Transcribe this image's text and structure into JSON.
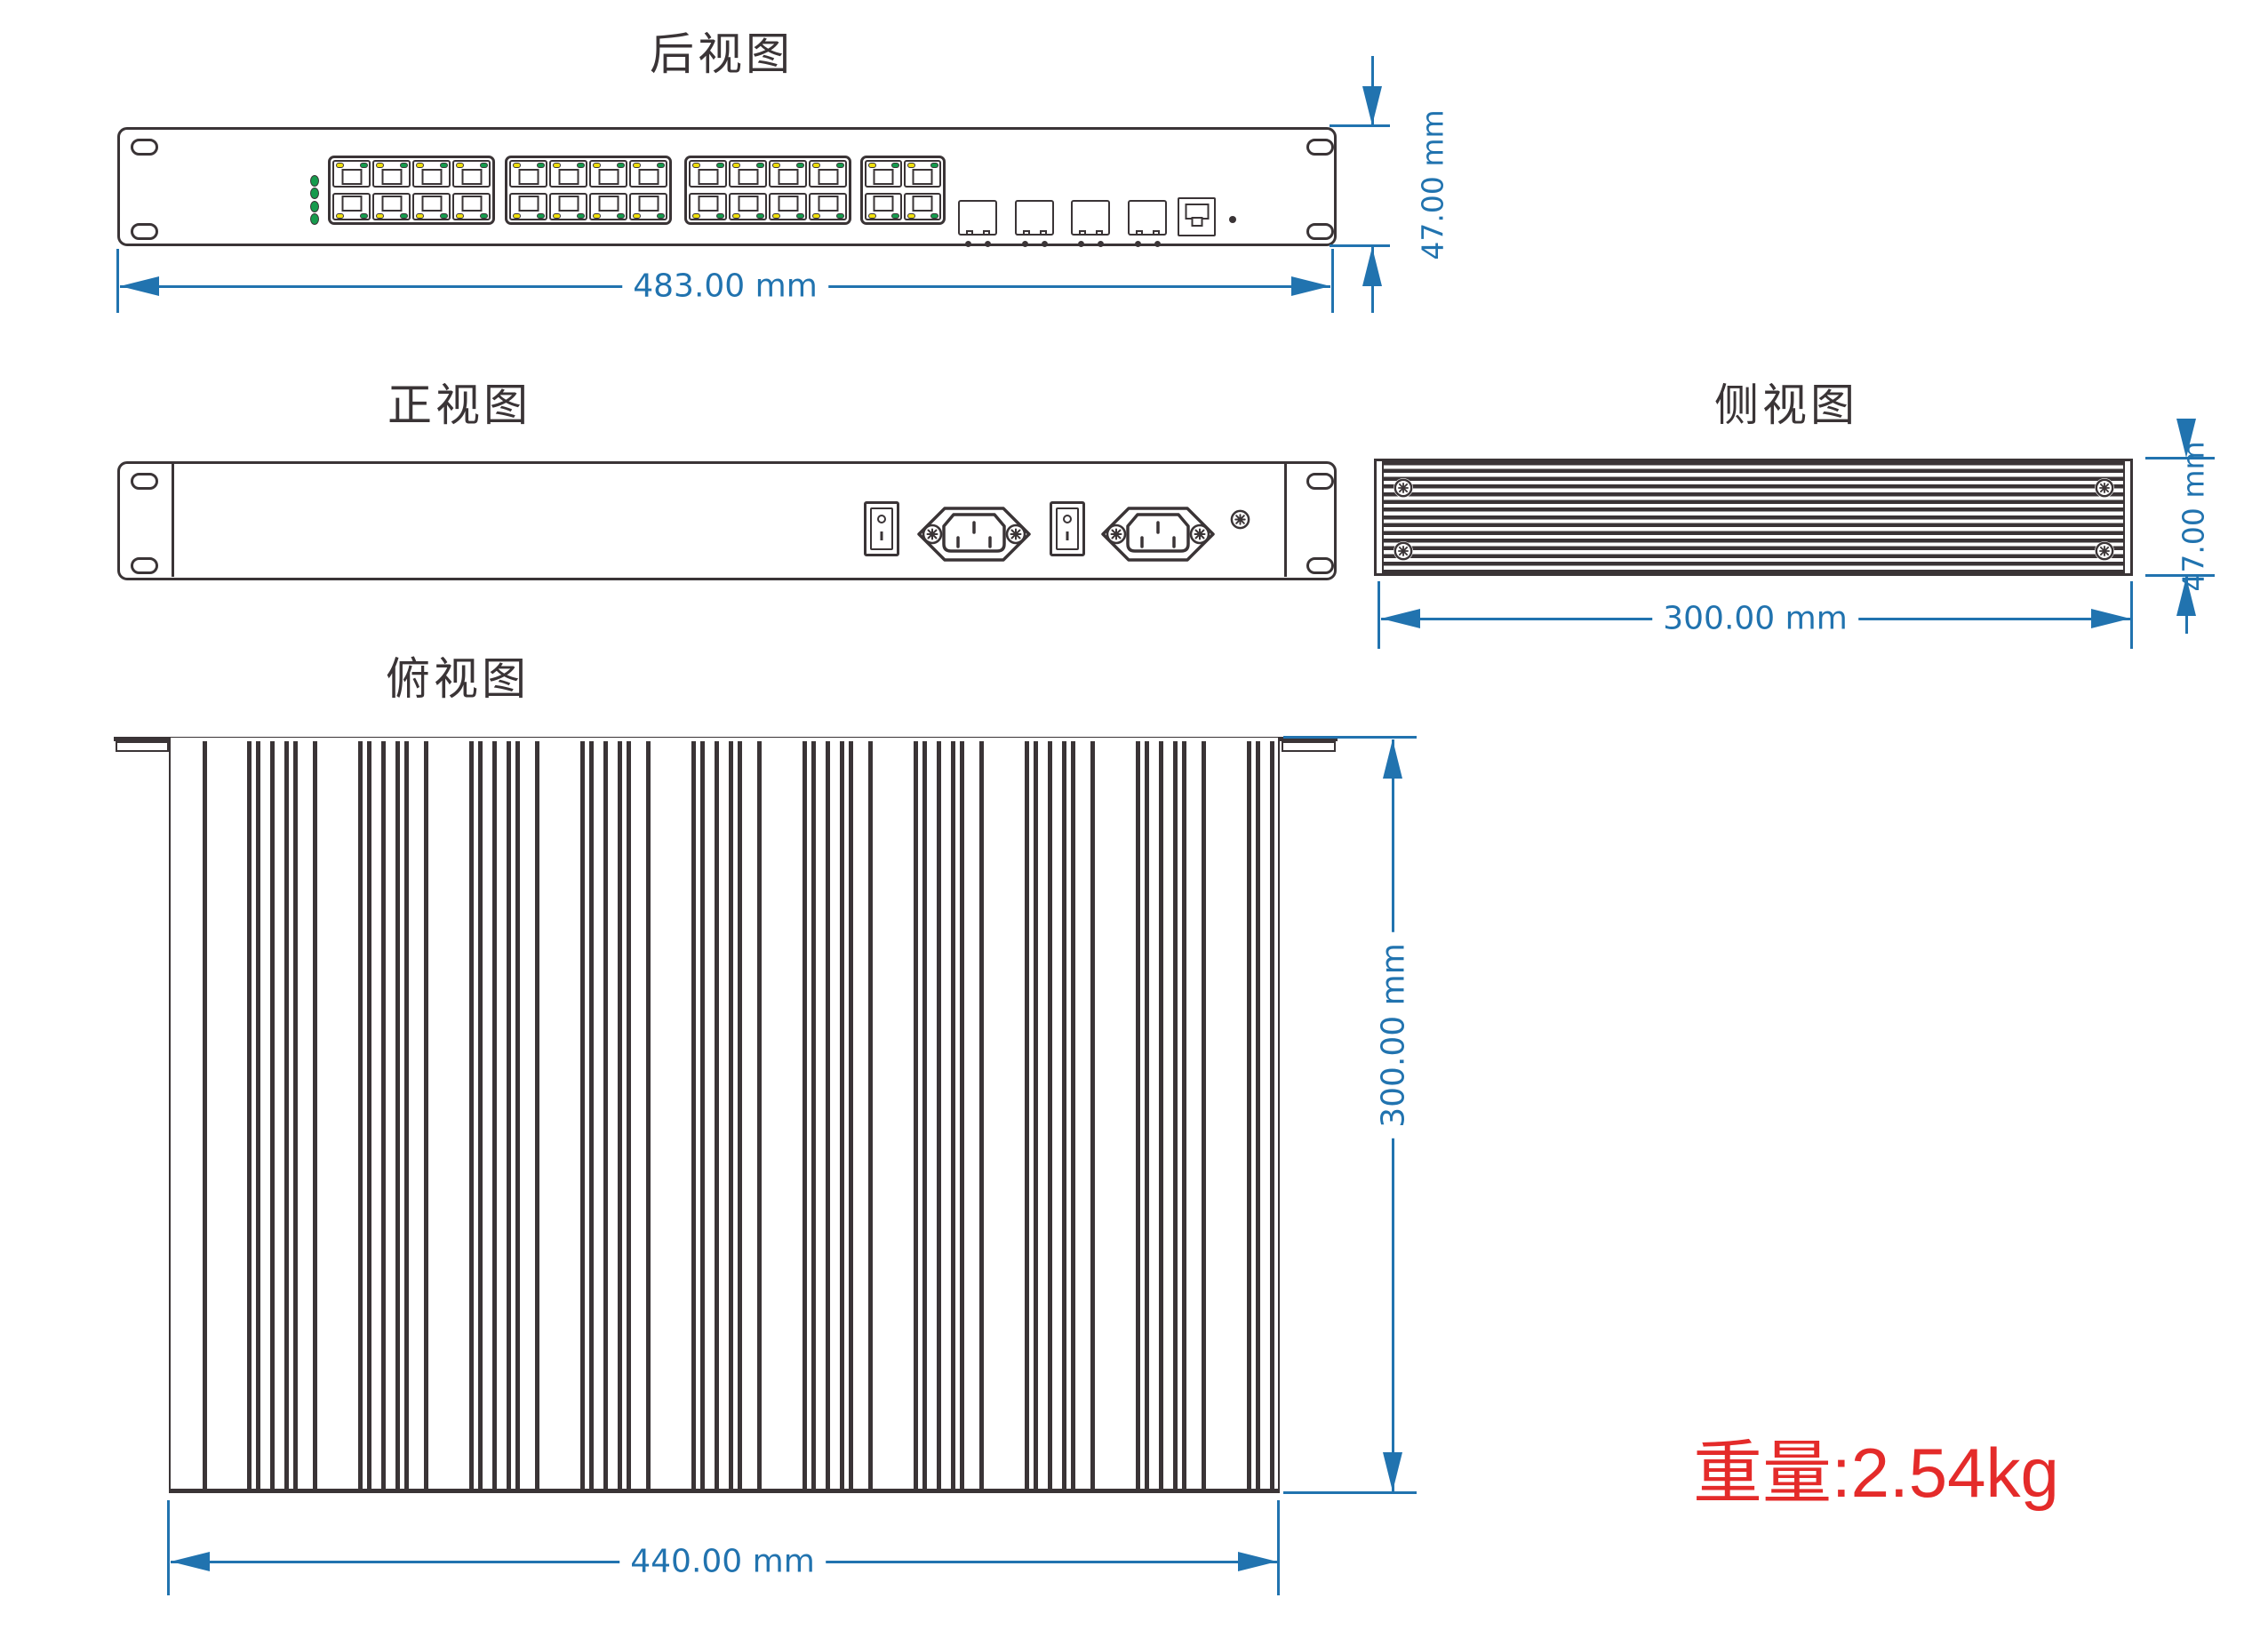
{
  "titles": {
    "rear": "后视图",
    "front": "正视图",
    "side": "侧视图",
    "top": "俯视图"
  },
  "dimensions": {
    "rear_width": "483.00 mm",
    "rear_height": "47.00 mm",
    "side_length": "300.00 mm",
    "side_height": "47.00 mm",
    "top_width": "440.00 mm",
    "top_depth": "300.00 mm"
  },
  "weight": "重量:2.54kg",
  "colors": {
    "dimension_blue": "#2173AF",
    "outline_dark": "#3A3436",
    "weight_red": "#E42B2A",
    "led_green": "#169B4D",
    "led_yellow": "#EFDF0E"
  },
  "rear_view": {
    "status_led_count": 4,
    "port_blocks": [
      4,
      4,
      4,
      2
    ],
    "port_rows": 2,
    "sfp_port_count": 4,
    "console_port_count": 1,
    "mounting_hole_count": 4
  },
  "front_view": {
    "power_switch_count": 2,
    "power_inlet_count": 2,
    "mounting_hole_count": 4
  },
  "side_view": {
    "screw_count": 4
  }
}
